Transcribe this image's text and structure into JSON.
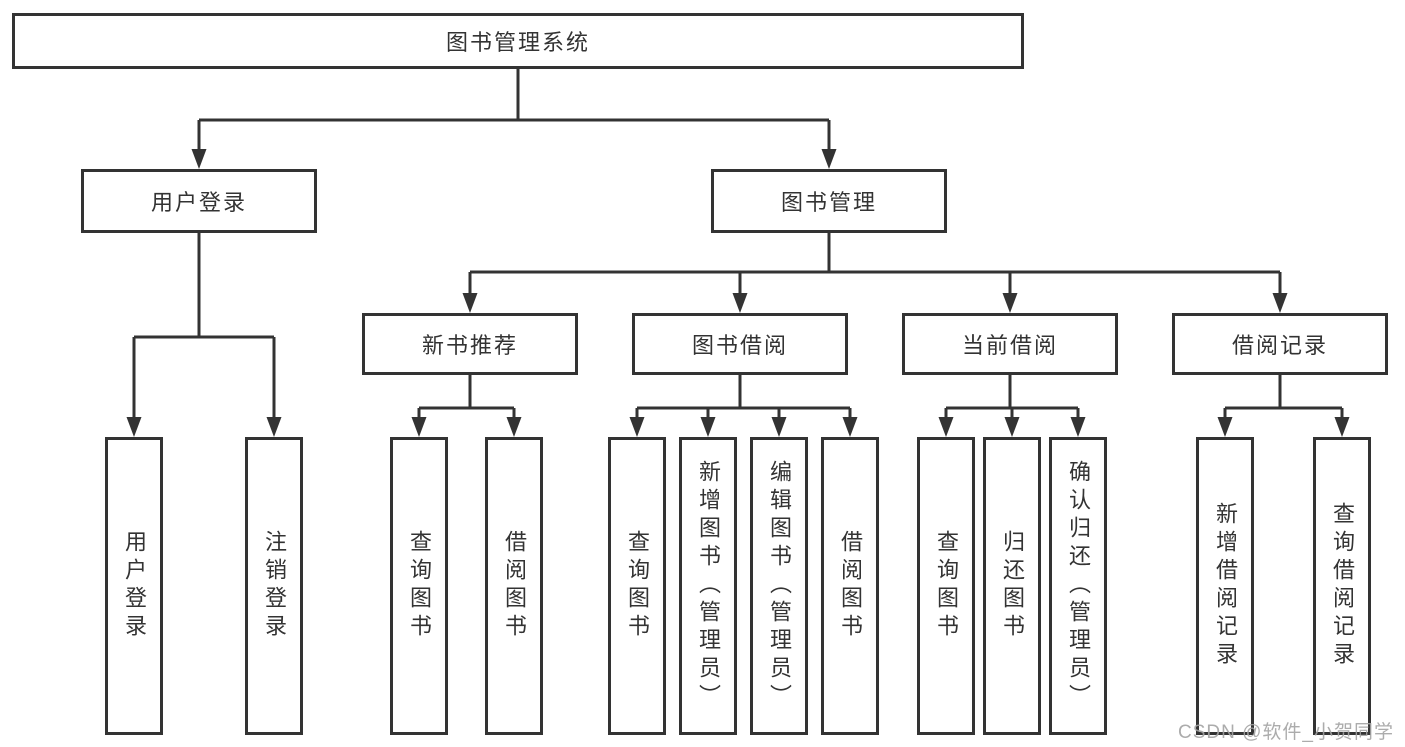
{
  "tree": {
    "root": {
      "label": "图书管理系统"
    },
    "branches": [
      {
        "label": "用户登录",
        "children": [
          {
            "label": "用户登录"
          },
          {
            "label": "注销登录"
          }
        ]
      },
      {
        "label": "图书管理",
        "sections": [
          {
            "label": "新书推荐",
            "children": [
              {
                "label": "查询图书"
              },
              {
                "label": "借阅图书"
              }
            ]
          },
          {
            "label": "图书借阅",
            "children": [
              {
                "label": "查询图书"
              },
              {
                "label": "新增图书（管理员）"
              },
              {
                "label": "编辑图书（管理员）"
              },
              {
                "label": "借阅图书"
              }
            ]
          },
          {
            "label": "当前借阅",
            "children": [
              {
                "label": "查询图书"
              },
              {
                "label": "归还图书"
              },
              {
                "label": "确认归还（管理员）"
              }
            ]
          },
          {
            "label": "借阅记录",
            "children": [
              {
                "label": "新增借阅记录"
              },
              {
                "label": "查询借阅记录"
              }
            ]
          }
        ]
      }
    ]
  },
  "watermark": {
    "text": "CSDN @软件_小贺同学"
  },
  "colors": {
    "line": "#333333",
    "text": "#333333",
    "box_background": "#ffffff",
    "watermark": "#a3a3a3",
    "page_background": "#ffffff"
  }
}
